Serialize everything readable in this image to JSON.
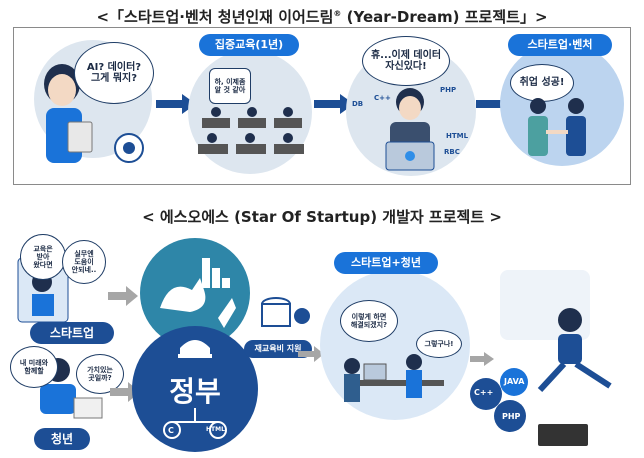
{
  "title1": "<「스타트업·벤처 청년인재 이어드림",
  "title1_mark": "®",
  "title1_rest": " (Year-Dream) 프로젝트」>",
  "title2": "< 에스오에스 (Star Of Startup) 개발자 프로젝트 >",
  "panel1": {
    "bubble_question": "AI? 데이터?\n그게 뭐지?",
    "pill_training": "집중교육(1년)",
    "board_text": "하, 이제좀\n알 것 같아",
    "bubble_ready": "휴...이제 데이터\n자신있다!",
    "pill_startup": "스타트업·벤처",
    "banner_hired": "취업 성공!",
    "laptop_tags": [
      "DB",
      "C++",
      "PHP",
      "HTML",
      "RBC"
    ]
  },
  "panel2": {
    "bubble_a": "교육은\n받아\n왔다면",
    "bubble_b": "실무엔\n도움이\n안되네..",
    "pill_startup": "스타트업",
    "bubble_c": "내 미래와\n함께할",
    "bubble_d": "가치있는\n곳일까?",
    "pill_youth": "청년",
    "gov_label": "정부",
    "gov_icon_left": "C",
    "gov_icon_right": "HTML",
    "pill_subsidy": "재교육비 지원",
    "pill_combo": "스타트업+청년",
    "bubble_e": "이렇게 하면\n해결되겠지?",
    "bubble_f": "그렇구나!",
    "gear_tags": [
      "C++",
      "JAVA",
      "PHP"
    ]
  },
  "colors": {
    "blue": "#1a73d9",
    "navy": "#1d4e95",
    "light": "#dbe8f6",
    "grey": "#a6a6a6"
  }
}
